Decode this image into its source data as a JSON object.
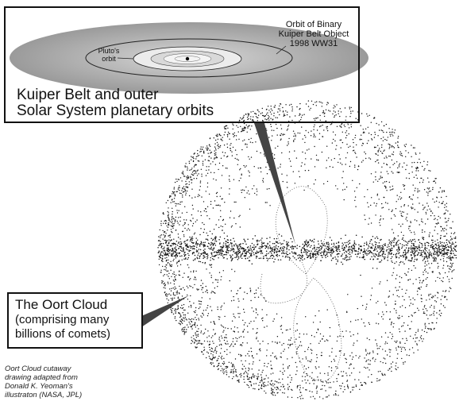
{
  "kuiper_inset": {
    "caption_line1": "Kuiper Belt and outer",
    "caption_line2": "Solar System planetary orbits",
    "binary_orbit_line1": "Orbit of Binary",
    "binary_orbit_line2": "Kuiper Belt Object",
    "binary_orbit_line3": "1998 WW31",
    "pluto_line1": "Pluto's",
    "pluto_line2": "orbit"
  },
  "oort_label": {
    "title": "The Oort Cloud",
    "line2": "(comprising many",
    "line3": "billions of comets)"
  },
  "credit": {
    "line1": "Oort Cloud cutaway",
    "line2": "drawing adapted from",
    "line3": "Donald K. Yeoman's",
    "line4": "illustraton (NASA, JPL)"
  }
}
